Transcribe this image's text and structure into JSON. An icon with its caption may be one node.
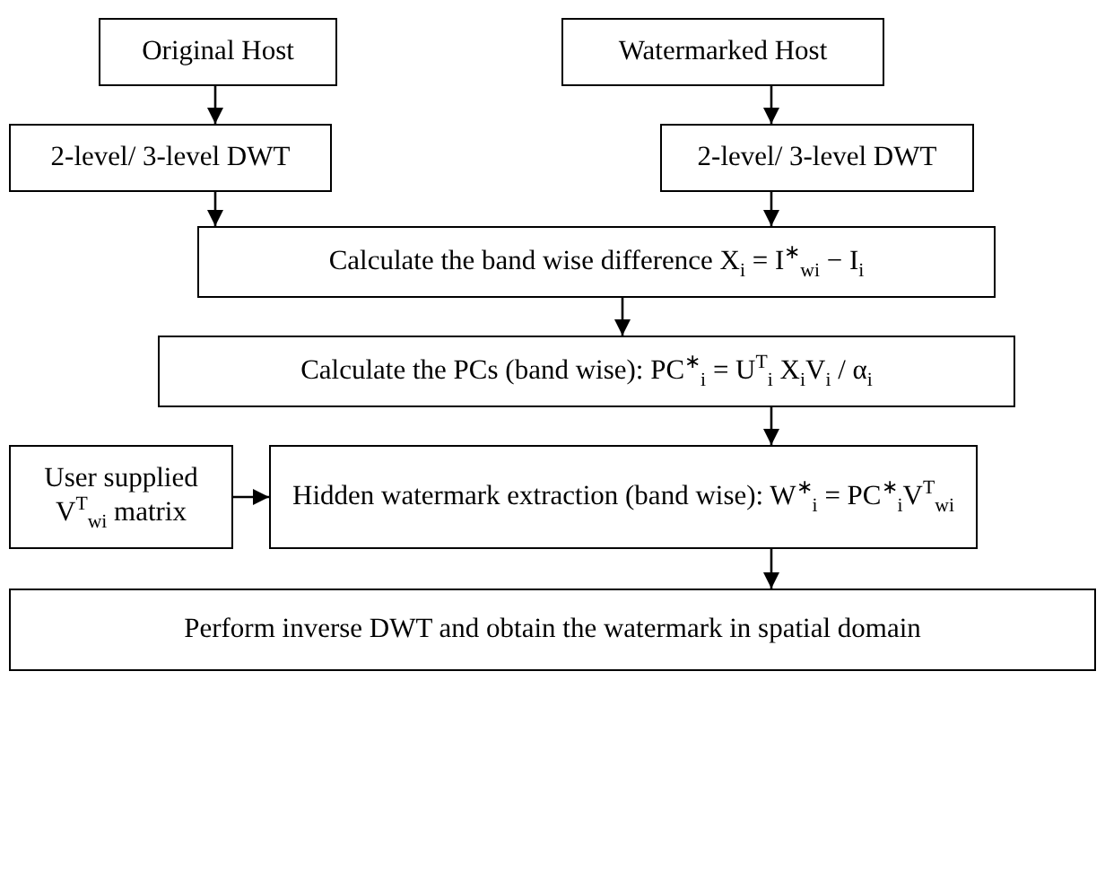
{
  "diagram": {
    "nodes": [
      {
        "text": [
          "Original Host"
        ]
      },
      {
        "text": [
          "Watermarked Host"
        ]
      },
      {
        "text": [
          "2-level/ 3-level DWT"
        ]
      },
      {
        "text": [
          "2-level/ 3-level DWT"
        ]
      },
      {
        "text": [
          "Calculate the band wise difference X$_{i}$ = I$^{∗}$$_{wi}$ − I$_{i}$"
        ]
      },
      {
        "text": [
          "Calculate the PCs (band wise): PC$^{∗}$$_{i}$ = U$^{T}$$_{i}$ X$_{i}$V$_{i}$ / α$_{i}$"
        ]
      },
      {
        "text": [
          "User supplied V$^{T}$$_{wi}$ matrix"
        ]
      },
      {
        "text": [
          "Hidden watermark extraction (band wise): W$^{∗}$$_{i}$ = PC$^{∗}$$_{i}$V$^{T}$$_{wi}$"
        ]
      },
      {
        "text": [
          "Perform inverse DWT and obtain the watermark in spatial domain"
        ]
      }
    ],
    "edges": [
      {
        "from": 0,
        "to": 2,
        "arrow": "to"
      },
      {
        "from": 1,
        "to": 3,
        "arrow": "to"
      },
      {
        "from": 2,
        "to": 4,
        "arrow": "to"
      },
      {
        "from": 3,
        "to": 4,
        "arrow": "to"
      },
      {
        "from": 4,
        "to": 5,
        "arrow": "to"
      },
      {
        "from": 5,
        "to": 7,
        "arrow": "to"
      },
      {
        "from": 6,
        "to": 7,
        "arrow": "to"
      },
      {
        "from": 7,
        "to": 8,
        "arrow": "to"
      }
    ]
  }
}
